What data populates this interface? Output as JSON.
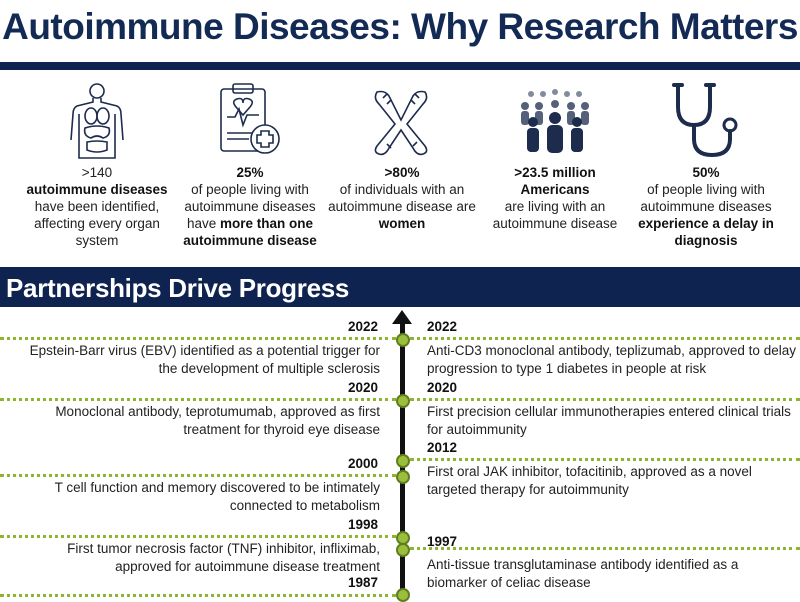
{
  "title": "Autoimmune Diseases: Why Research Matters",
  "stats": [
    {
      "icon": "anatomy-torso-icon",
      "lines": [
        [
          ">140"
        ],
        [
          "autoimmune diseases",
          "b"
        ],
        [
          "have been identified,"
        ],
        [
          "affecting every organ"
        ],
        [
          "system"
        ]
      ]
    },
    {
      "icon": "medical-clipboard-icon",
      "lines": [
        [
          "25%",
          "b"
        ],
        [
          "of people living with"
        ],
        [
          "autoimmune diseases"
        ],
        [
          "have ",
          "",
          "more than one",
          "b"
        ],
        [
          "autoimmune disease",
          "b"
        ]
      ]
    },
    {
      "icon": "chromosome-icon",
      "lines": [
        [
          ">80%"
        ],
        [
          "of individuals with an"
        ],
        [
          "autoimmune disease are"
        ],
        [
          "women",
          "b"
        ]
      ]
    },
    {
      "icon": "crowd-icon",
      "lines": [
        [
          ">23.5 million",
          "b"
        ],
        [
          "Americans",
          "b"
        ],
        [
          "are living with an"
        ],
        [
          "autoimmune disease"
        ]
      ]
    },
    {
      "icon": "stethoscope-icon",
      "lines": [
        [
          "50%",
          "b"
        ],
        [
          "of people living with"
        ],
        [
          "autoimmune diseases"
        ],
        [
          "experience a delay in",
          "b"
        ],
        [
          "diagnosis",
          "b"
        ]
      ]
    }
  ],
  "section_title": "Partnerships Drive Progress",
  "timeline": {
    "left": [
      {
        "year": "2022",
        "text": "Epstein-Barr virus (EBV) identified as a potential trigger for the development of multiple sclerosis"
      },
      {
        "year": "2020",
        "text": "Monoclonal antibody, teprotumumab, approved as first treatment for thyroid eye disease"
      },
      {
        "year": "2000",
        "text": "T cell function and memory discovered to be intimately connected to metabolism"
      },
      {
        "year": "1998",
        "text": "First tumor necrosis factor (TNF) inhibitor, infliximab, approved for autoimmune disease treatment"
      },
      {
        "year": "1987",
        "text": ""
      }
    ],
    "right": [
      {
        "year": "2022",
        "text": "Anti-CD3 monoclonal antibody, teplizumab, approved to delay progression to type 1 diabetes in people at risk"
      },
      {
        "year": "2020",
        "text": "First precision cellular immunotherapies entered clinical trials for autoimmunity"
      },
      {
        "year": "2012",
        "text": "First oral JAK inhibitor, tofacitinib, approved as a novel targeted therapy for autoimmunity"
      },
      {
        "year": "1997",
        "text": "Anti-tissue transglutaminase antibody identified as a biomarker of celiac disease"
      }
    ]
  },
  "colors": {
    "navy": "#0f2350",
    "green": "#8db52e"
  }
}
